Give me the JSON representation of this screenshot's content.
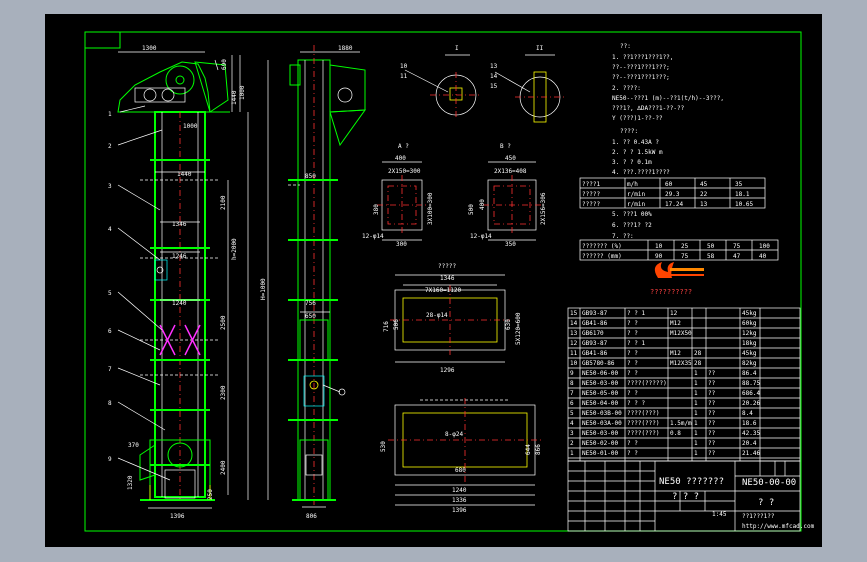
{
  "notes": {
    "lines": [
      "??:",
      "1. ??1???1???1??,",
      "   ??--???1???1???;",
      "   ??--???1???1???;",
      "2. ????:",
      "NE50--???1 (m)--??1(t/h)--3???,",
      "  ???1?,  ∆DA???1-??-??",
      "           Y (???)1-??-??"
    ],
    "lines2": [
      "????:",
      "1. ?? 0.43A ?",
      "2. ?  ?  1.5kW m",
      "3. ?  ?  0.1m",
      "4. ???.????1????"
    ],
    "lines3": [
      "5. ???1 00%",
      "6. ???1?  ?2",
      "7. ??:"
    ]
  },
  "table1": {
    "rows": [
      [
        "????1",
        "m/h",
        "60",
        "45",
        "35"
      ],
      [
        "?????",
        "r/min",
        "29.3",
        "22",
        "18.1"
      ],
      [
        "?????",
        "r/min",
        "17.24",
        "13",
        "10.65"
      ]
    ]
  },
  "table2": {
    "rows": [
      [
        "??????? (%)",
        "10",
        "25",
        "50",
        "75",
        "100"
      ],
      [
        "?????? (mm)",
        "90",
        "75",
        "58",
        "47",
        "40"
      ]
    ]
  },
  "logo": {
    "caption": "??????????"
  },
  "parts": [
    [
      "15",
      "GB93-87",
      "?  ? 1",
      "12",
      "",
      "",
      "45kg"
    ],
    [
      "14",
      "GB41-86",
      "?  ?",
      "M12",
      "",
      "",
      "60kg"
    ],
    [
      "13",
      "GB6170",
      "?  ?",
      "M12X50",
      "",
      "",
      "12kg"
    ],
    [
      "12",
      "GB93-87",
      "?  ? 1",
      "",
      "",
      "",
      "18kg"
    ],
    [
      "11",
      "GB41-86",
      "?  ?",
      "M12",
      "28",
      "",
      "45kg"
    ],
    [
      "10",
      "GB5780-86",
      "?  ?",
      "M12X35",
      "28",
      "",
      "82kg"
    ],
    [
      "9",
      "NE50-06-00",
      "?  ?",
      "",
      "1",
      "??",
      "86.4"
    ],
    [
      "8",
      "NE50-03-00",
      "????(?????)",
      "",
      "1",
      "??",
      "88.75"
    ],
    [
      "7",
      "NE50-05-00",
      "?  ?",
      "",
      "1",
      "??",
      "686.4"
    ],
    [
      "6",
      "NE50-04-00",
      "? ? ?",
      "",
      "1",
      "??",
      "20.26"
    ],
    [
      "5",
      "NE50-03B-00",
      "????(???)",
      "",
      "1",
      "??",
      "8.4"
    ],
    [
      "4",
      "NE50-03A-00",
      "????(???)",
      "1.5m/m",
      "1",
      "??",
      "18.6"
    ],
    [
      "3",
      "NE50-03-00",
      "????(???)",
      "0.8",
      "1",
      "??",
      "42.35"
    ],
    [
      "2",
      "NE50-02-00",
      "?  ?",
      "",
      "1",
      "??",
      "20.4"
    ],
    [
      "1",
      "NE50-01-00",
      "?  ?",
      "",
      "1",
      "??",
      "21.46"
    ]
  ],
  "titleblock": {
    "code": "NE50-00-00",
    "name": "NE50 ???????",
    "sub": "?  ?  ?",
    "scale": "1:45",
    "company": "??1???1??",
    "website": "http://www.mfcad.com",
    "label_a": "?  ?"
  },
  "leaders": [
    "1",
    "2",
    "3",
    "4",
    "5",
    "6",
    "7",
    "8",
    "9"
  ],
  "dims_left": [
    "1300",
    "690",
    "1440",
    "1000",
    "1000",
    "1440",
    "1346",
    "1246",
    "1240",
    "2500",
    "2100",
    "2400",
    "1320",
    "370",
    "1396",
    "H=1000",
    "h=2000",
    "2300",
    "250"
  ],
  "dims_mid": [
    "1880",
    "850",
    "650",
    "756",
    "806"
  ],
  "sections": {
    "sec1": "I",
    "sec2": "II",
    "lbl_a": "A ?",
    "lbl_b": "B ?",
    "top": "?????",
    "dims_a": [
      "400",
      "2X150=300",
      "380",
      "3X100=300",
      "300",
      "12-φ14"
    ],
    "dims_b": [
      "450",
      "2X136=408",
      "500",
      "400",
      "2X156=306",
      "350",
      "12-φ14"
    ],
    "dims_c": [
      "1346",
      "7X160=1120",
      "28-φ14",
      "716",
      "506",
      "630",
      "5X120=600",
      "1296"
    ],
    "dims_d": [
      "8-φ24",
      "680",
      "1240",
      "1336",
      "1396",
      "530",
      "644",
      "866"
    ]
  }
}
